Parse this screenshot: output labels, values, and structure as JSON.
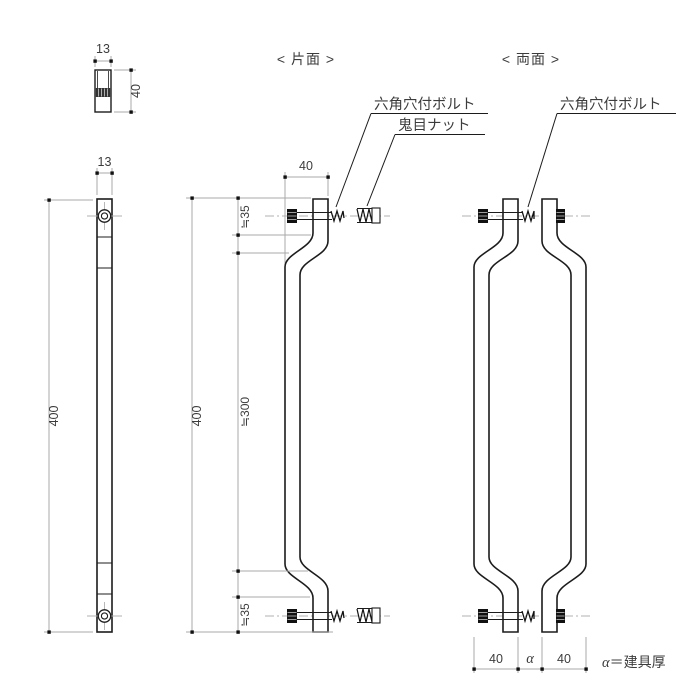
{
  "colors": {
    "part_line": "#1c1c1c",
    "dim_line": "#a8a8a8",
    "text": "#3c3c3c",
    "bolt_fill": "#111111"
  },
  "views": {
    "section": {
      "dim_width": "13",
      "dim_height": "40"
    },
    "front": {
      "dim_width": "13",
      "dim_height": "400"
    },
    "single": {
      "title": "< 片面 >",
      "dim_offset": "40",
      "dim_top": "≒35",
      "dim_grip": "≒300",
      "dim_bottom": "≒35",
      "dim_height": "400",
      "label_bolt": "六角穴付ボルト",
      "label_nut": "鬼目ナット"
    },
    "double": {
      "title": "< 両面 >",
      "label_bolt": "六角穴付ボルト",
      "dim_left": "40",
      "dim_alpha": "α",
      "dim_right": "40",
      "note_alpha": "α",
      "note_text": "＝建具厚"
    }
  }
}
